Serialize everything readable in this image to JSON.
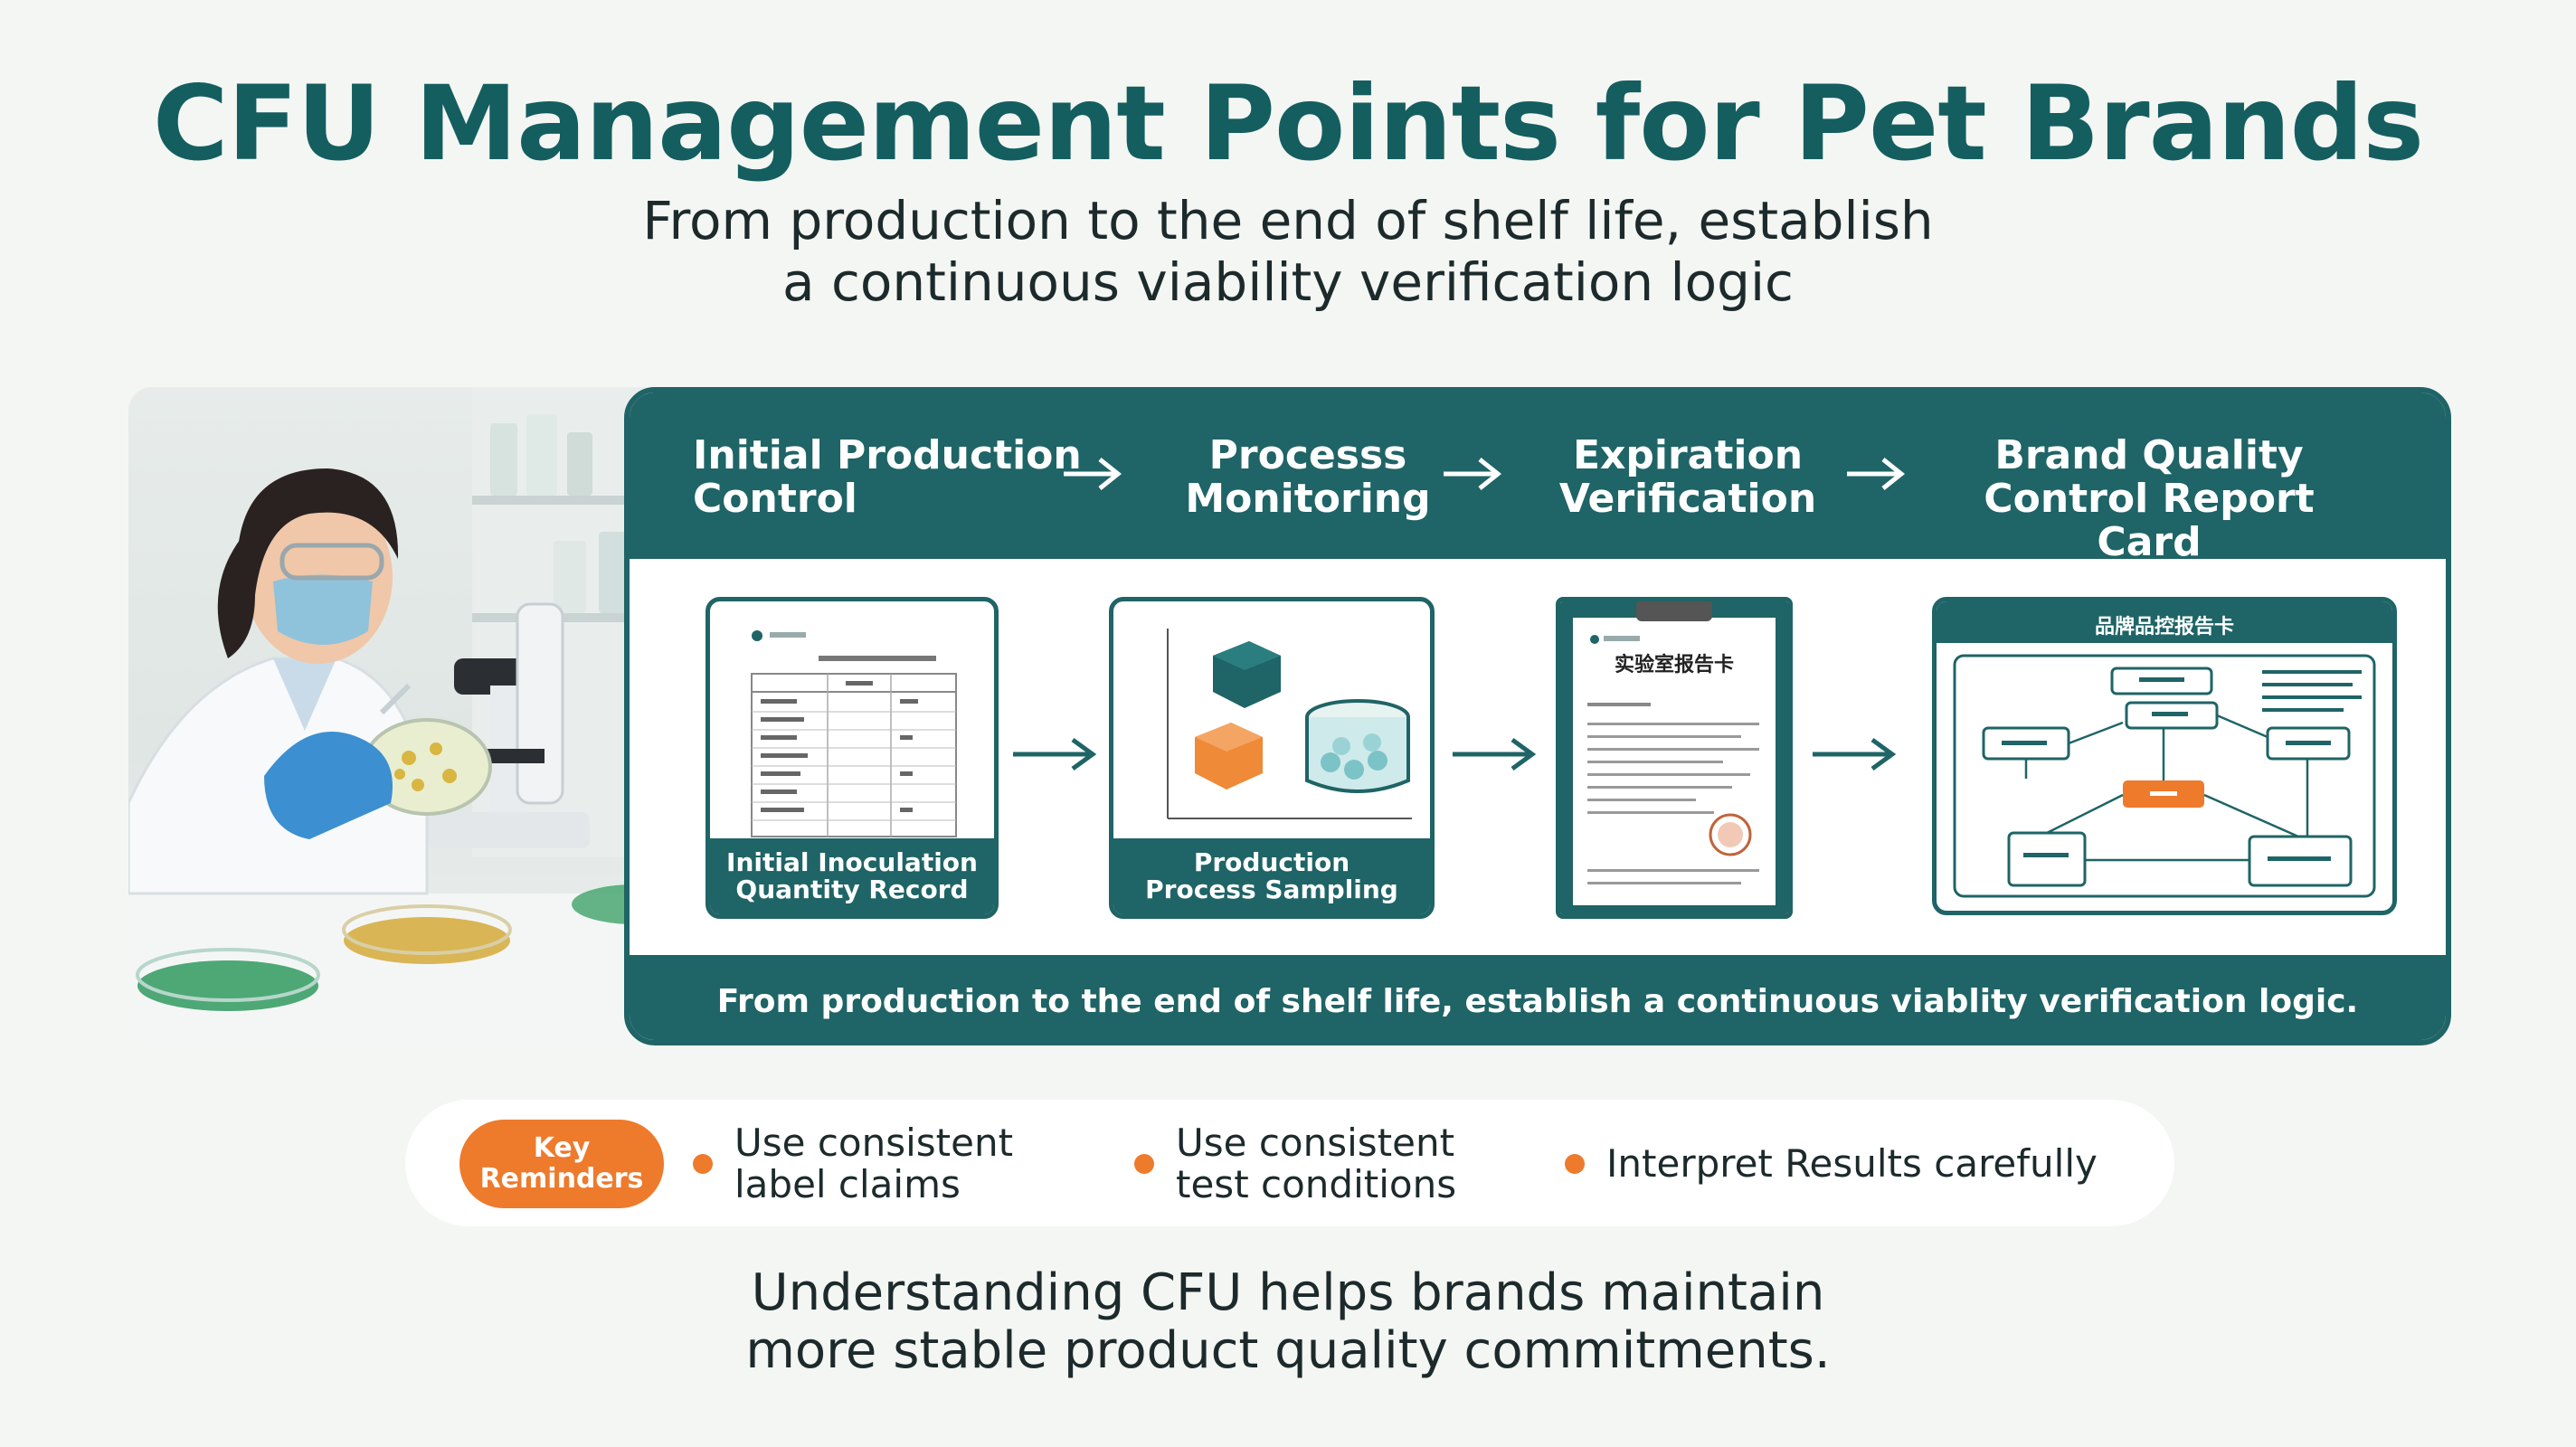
{
  "header": {
    "title": "CFU Management Points for Pet Brands",
    "subtitle_line1": "From production to the end of shelf life, establish",
    "subtitle_line2": "a continuous viability verification logic"
  },
  "flow": {
    "steps": [
      {
        "line1": "Initial Production",
        "line2": "Control"
      },
      {
        "line1": "Processs",
        "line2": "Monitoring"
      },
      {
        "line1": "Expiration",
        "line2": "Verification"
      },
      {
        "line1": "Brand Quality",
        "line2": "Control Report Card"
      }
    ],
    "cards": [
      {
        "line1": "Initial Inoculation",
        "line2": "Quantity Record"
      },
      {
        "line1": "Production",
        "line2": "Process Sampling"
      }
    ],
    "card3_title": "实验室报告卡",
    "card4_title": "品牌品控报告卡",
    "footer": "From production to the end of shelf life, establish a continuous viablity verification logic."
  },
  "reminders": {
    "key_line1": "Key",
    "key_line2": "Reminders",
    "items": [
      {
        "line1": "Use consistent",
        "line2": "label claims"
      },
      {
        "line1": "Use consistent",
        "line2": "test conditions"
      },
      {
        "line1": "Interpret Results carefully",
        "line2": ""
      }
    ]
  },
  "note": {
    "line1": "Understanding CFU helps brands maintain",
    "line2": "more stable product quality commitments."
  },
  "colors": {
    "teal": "#1f6466",
    "title_teal": "#145e60",
    "orange": "#ee7a2c",
    "background": "#f3f6f2"
  }
}
